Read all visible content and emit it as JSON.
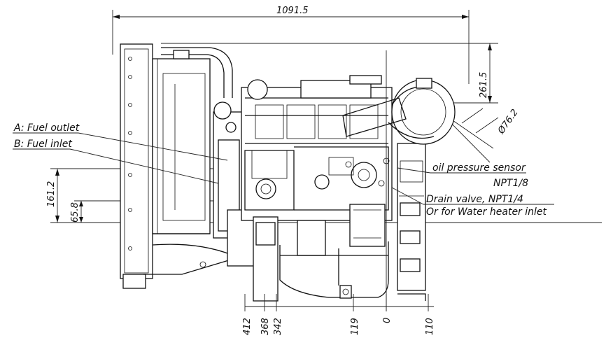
{
  "drawing": {
    "overall_length": "1091.5",
    "height_top": "261.5",
    "diameter": "Ø76.2",
    "height_161": "161.2",
    "height_65": "65.8"
  },
  "callouts": {
    "fuel_outlet": "A: Fuel outlet",
    "fuel_inlet": "B: Fuel inlet",
    "oil_sensor": "oil pressure sensor",
    "oil_sensor_thread": "NPT1/8",
    "drain_valve": "Drain valve, NPT1/4",
    "water_heater": "Or for Water heater inlet"
  },
  "bottom_dims": [
    "412",
    "368",
    "342",
    "119",
    "0",
    "110"
  ]
}
